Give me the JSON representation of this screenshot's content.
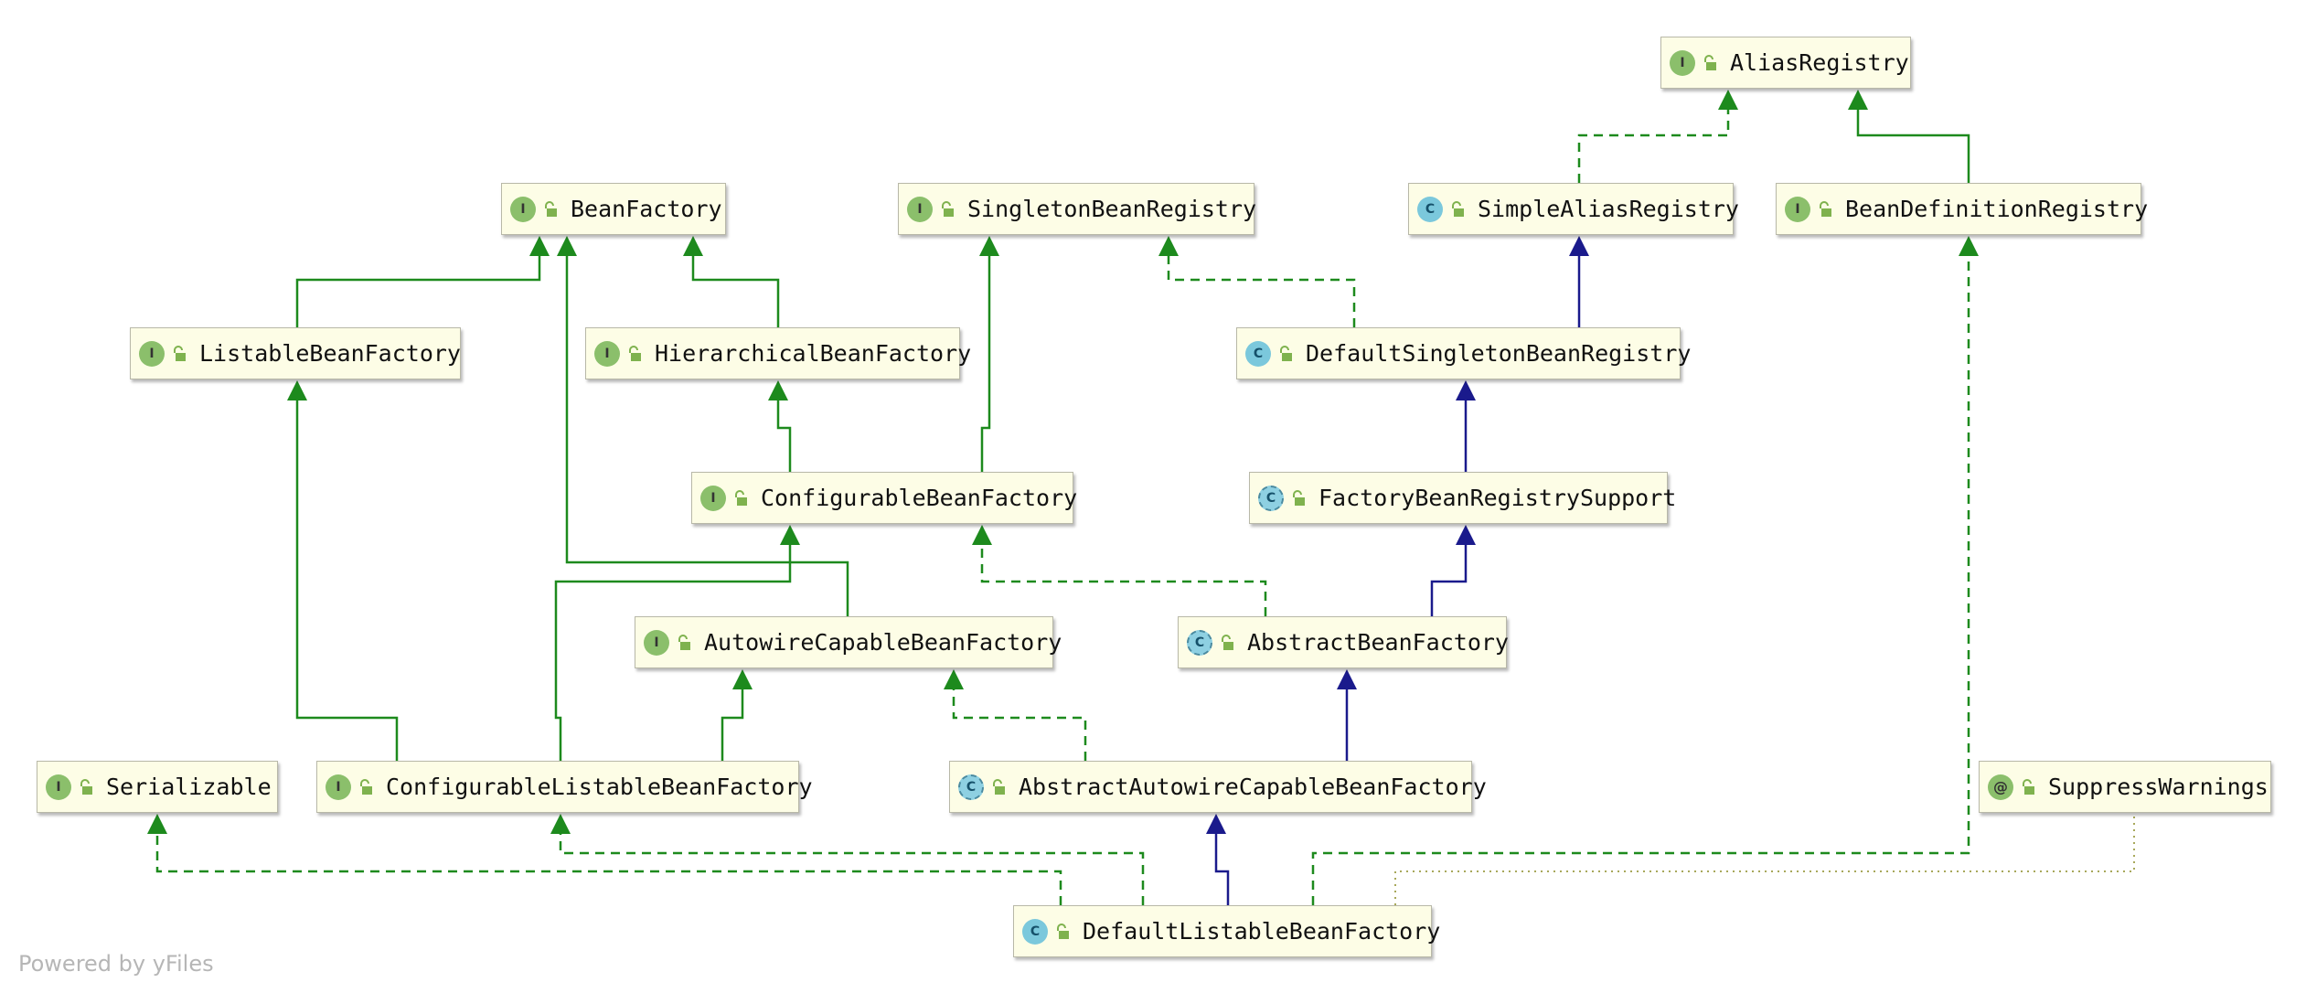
{
  "diagram": {
    "nodes": [
      {
        "id": "AliasRegistry",
        "label": "AliasRegistry",
        "kind": "interface",
        "badge": "I"
      },
      {
        "id": "BeanFactory",
        "label": "BeanFactory",
        "kind": "interface",
        "badge": "I"
      },
      {
        "id": "SingletonBeanRegistry",
        "label": "SingletonBeanRegistry",
        "kind": "interface",
        "badge": "I"
      },
      {
        "id": "SimpleAliasRegistry",
        "label": "SimpleAliasRegistry",
        "kind": "class",
        "badge": "C"
      },
      {
        "id": "BeanDefinitionRegistry",
        "label": "BeanDefinitionRegistry",
        "kind": "interface",
        "badge": "I"
      },
      {
        "id": "ListableBeanFactory",
        "label": "ListableBeanFactory",
        "kind": "interface",
        "badge": "I"
      },
      {
        "id": "HierarchicalBeanFactory",
        "label": "HierarchicalBeanFactory",
        "kind": "interface",
        "badge": "I"
      },
      {
        "id": "DefaultSingletonBeanRegistry",
        "label": "DefaultSingletonBeanRegistry",
        "kind": "class",
        "badge": "C"
      },
      {
        "id": "ConfigurableBeanFactory",
        "label": "ConfigurableBeanFactory",
        "kind": "interface",
        "badge": "I"
      },
      {
        "id": "FactoryBeanRegistrySupport",
        "label": "FactoryBeanRegistrySupport",
        "kind": "abstract",
        "badge": "C"
      },
      {
        "id": "AutowireCapableBeanFactory",
        "label": "AutowireCapableBeanFactory",
        "kind": "interface",
        "badge": "I"
      },
      {
        "id": "AbstractBeanFactory",
        "label": "AbstractBeanFactory",
        "kind": "abstract",
        "badge": "C"
      },
      {
        "id": "Serializable",
        "label": "Serializable",
        "kind": "interface",
        "badge": "I"
      },
      {
        "id": "ConfigurableListableBeanFactory",
        "label": "ConfigurableListableBeanFactory",
        "kind": "interface",
        "badge": "I"
      },
      {
        "id": "AbstractAutowireCapableBeanFactory",
        "label": "AbstractAutowireCapableBeanFactory",
        "kind": "abstract",
        "badge": "C"
      },
      {
        "id": "SuppressWarnings",
        "label": "SuppressWarnings",
        "kind": "annotation",
        "badge": "@"
      },
      {
        "id": "DefaultListableBeanFactory",
        "label": "DefaultListableBeanFactory",
        "kind": "class",
        "badge": "C"
      }
    ],
    "edges": [
      {
        "from": "SimpleAliasRegistry",
        "to": "AliasRegistry",
        "type": "implements"
      },
      {
        "from": "BeanDefinitionRegistry",
        "to": "AliasRegistry",
        "type": "extends-interface"
      },
      {
        "from": "ListableBeanFactory",
        "to": "BeanFactory",
        "type": "extends-interface"
      },
      {
        "from": "HierarchicalBeanFactory",
        "to": "BeanFactory",
        "type": "extends-interface"
      },
      {
        "from": "AutowireCapableBeanFactory",
        "to": "BeanFactory",
        "type": "extends-interface"
      },
      {
        "from": "DefaultSingletonBeanRegistry",
        "to": "SingletonBeanRegistry",
        "type": "implements"
      },
      {
        "from": "DefaultSingletonBeanRegistry",
        "to": "SimpleAliasRegistry",
        "type": "extends-class"
      },
      {
        "from": "ConfigurableBeanFactory",
        "to": "HierarchicalBeanFactory",
        "type": "extends-interface"
      },
      {
        "from": "ConfigurableBeanFactory",
        "to": "SingletonBeanRegistry",
        "type": "extends-interface"
      },
      {
        "from": "FactoryBeanRegistrySupport",
        "to": "DefaultSingletonBeanRegistry",
        "type": "extends-class"
      },
      {
        "from": "AbstractBeanFactory",
        "to": "ConfigurableBeanFactory",
        "type": "implements"
      },
      {
        "from": "AbstractBeanFactory",
        "to": "FactoryBeanRegistrySupport",
        "type": "extends-class"
      },
      {
        "from": "ConfigurableListableBeanFactory",
        "to": "ListableBeanFactory",
        "type": "extends-interface"
      },
      {
        "from": "ConfigurableListableBeanFactory",
        "to": "ConfigurableBeanFactory",
        "type": "extends-interface"
      },
      {
        "from": "ConfigurableListableBeanFactory",
        "to": "AutowireCapableBeanFactory",
        "type": "extends-interface"
      },
      {
        "from": "AbstractAutowireCapableBeanFactory",
        "to": "AutowireCapableBeanFactory",
        "type": "implements"
      },
      {
        "from": "AbstractAutowireCapableBeanFactory",
        "to": "AbstractBeanFactory",
        "type": "extends-class"
      },
      {
        "from": "DefaultListableBeanFactory",
        "to": "Serializable",
        "type": "implements"
      },
      {
        "from": "DefaultListableBeanFactory",
        "to": "ConfigurableListableBeanFactory",
        "type": "implements"
      },
      {
        "from": "DefaultListableBeanFactory",
        "to": "AbstractAutowireCapableBeanFactory",
        "type": "extends-class"
      },
      {
        "from": "DefaultListableBeanFactory",
        "to": "BeanDefinitionRegistry",
        "type": "implements"
      },
      {
        "from": "DefaultListableBeanFactory",
        "to": "SuppressWarnings",
        "type": "annotated-with"
      }
    ],
    "colors": {
      "interface_edge": "#1d8a1d",
      "class_edge": "#1a1a8c",
      "annotation_edge": "#a8a85a",
      "node_fill": "#fdfde6",
      "interface_badge": "#8bbf6b",
      "class_badge": "#7bc8dc",
      "lock_icon": "#7fb24e"
    }
  },
  "watermark": "Powered by yFiles"
}
